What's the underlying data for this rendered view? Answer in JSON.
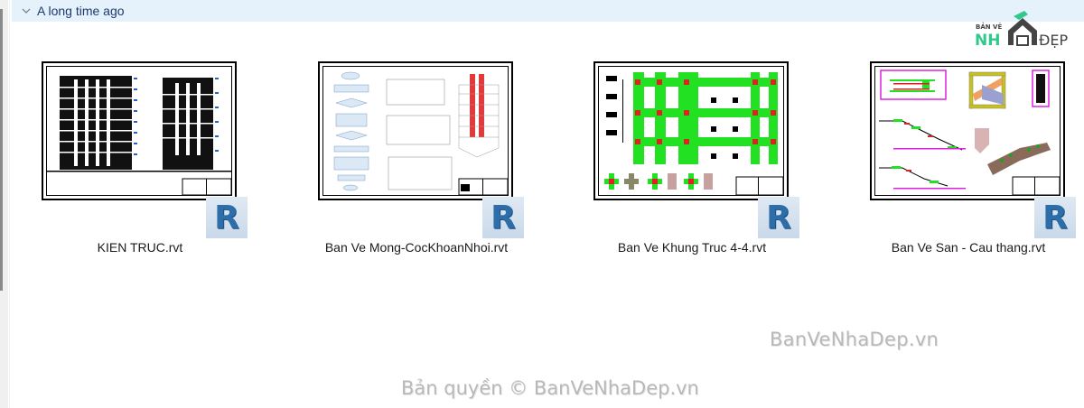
{
  "group": {
    "label": "A long time ago",
    "expanded": true
  },
  "logo": {
    "line1": "BẢN VẼ",
    "line2_left": "NH",
    "line2_right": "ĐẸP",
    "accent": "#2fc98a",
    "dark": "#444444"
  },
  "files": [
    {
      "name": "KIEN TRUC.rvt",
      "icon": "revit-icon",
      "badge_letter": "R",
      "thumbnail": "architectural-elevation-drawing"
    },
    {
      "name": "Ban Ve Mong-CocKhoanNhoi.rvt",
      "icon": "revit-icon",
      "badge_letter": "R",
      "thumbnail": "foundation-flowchart-drawing"
    },
    {
      "name": "Ban Ve Khung Truc 4-4.rvt",
      "icon": "revit-icon",
      "badge_letter": "R",
      "thumbnail": "frame-plan-drawing"
    },
    {
      "name": "Ban Ve San - Cau thang.rvt",
      "icon": "revit-icon",
      "badge_letter": "R",
      "thumbnail": "slab-staircase-drawing"
    }
  ],
  "watermarks": {
    "site": "BanVeNhaDep.vn",
    "copyright": "Bản quyền © BanVeNhaDep.vn"
  },
  "colors": {
    "header_bg": "#e5f1fb",
    "header_text": "#1e3a6e",
    "revit_blue": "#2d6da8"
  }
}
